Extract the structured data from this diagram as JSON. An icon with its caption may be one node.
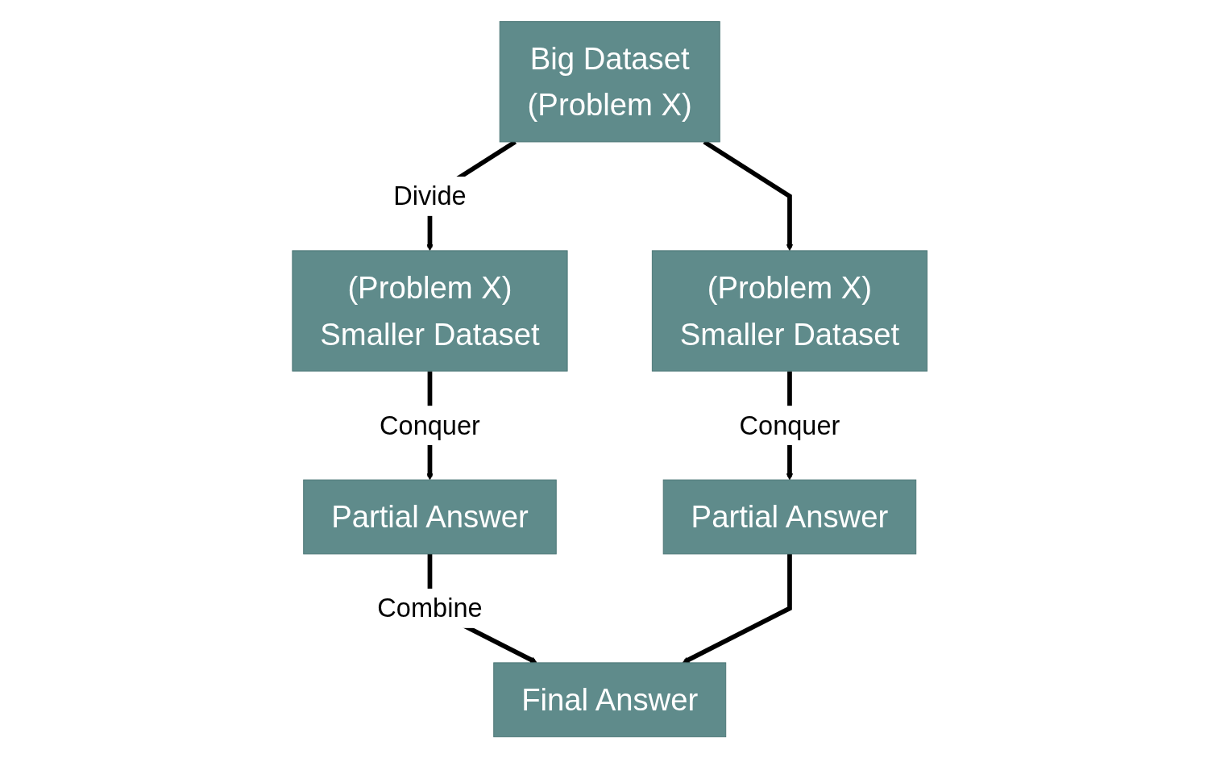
{
  "diagram": {
    "nodes": [
      {
        "text": [
          "Big Dataset",
          "(Problem X)"
        ]
      },
      {
        "text": [
          "(Problem X)",
          "Smaller Dataset"
        ]
      },
      {
        "text": [
          "(Problem X)",
          "Smaller Dataset"
        ]
      },
      {
        "text": [
          "Partial Answer"
        ]
      },
      {
        "text": [
          "Partial Answer"
        ]
      },
      {
        "text": [
          "Final Answer"
        ]
      }
    ],
    "edges": [
      {
        "from": 0,
        "to": 1,
        "arrow": "to",
        "label": "Divide"
      },
      {
        "from": 0,
        "to": 2,
        "arrow": "to"
      },
      {
        "from": 1,
        "to": 3,
        "arrow": "to",
        "label": "Conquer"
      },
      {
        "from": 2,
        "to": 4,
        "arrow": "to",
        "label": "Conquer"
      },
      {
        "from": 3,
        "to": 5,
        "arrow": "to",
        "label": "Combine"
      },
      {
        "from": 4,
        "to": 5,
        "arrow": "to"
      }
    ]
  }
}
